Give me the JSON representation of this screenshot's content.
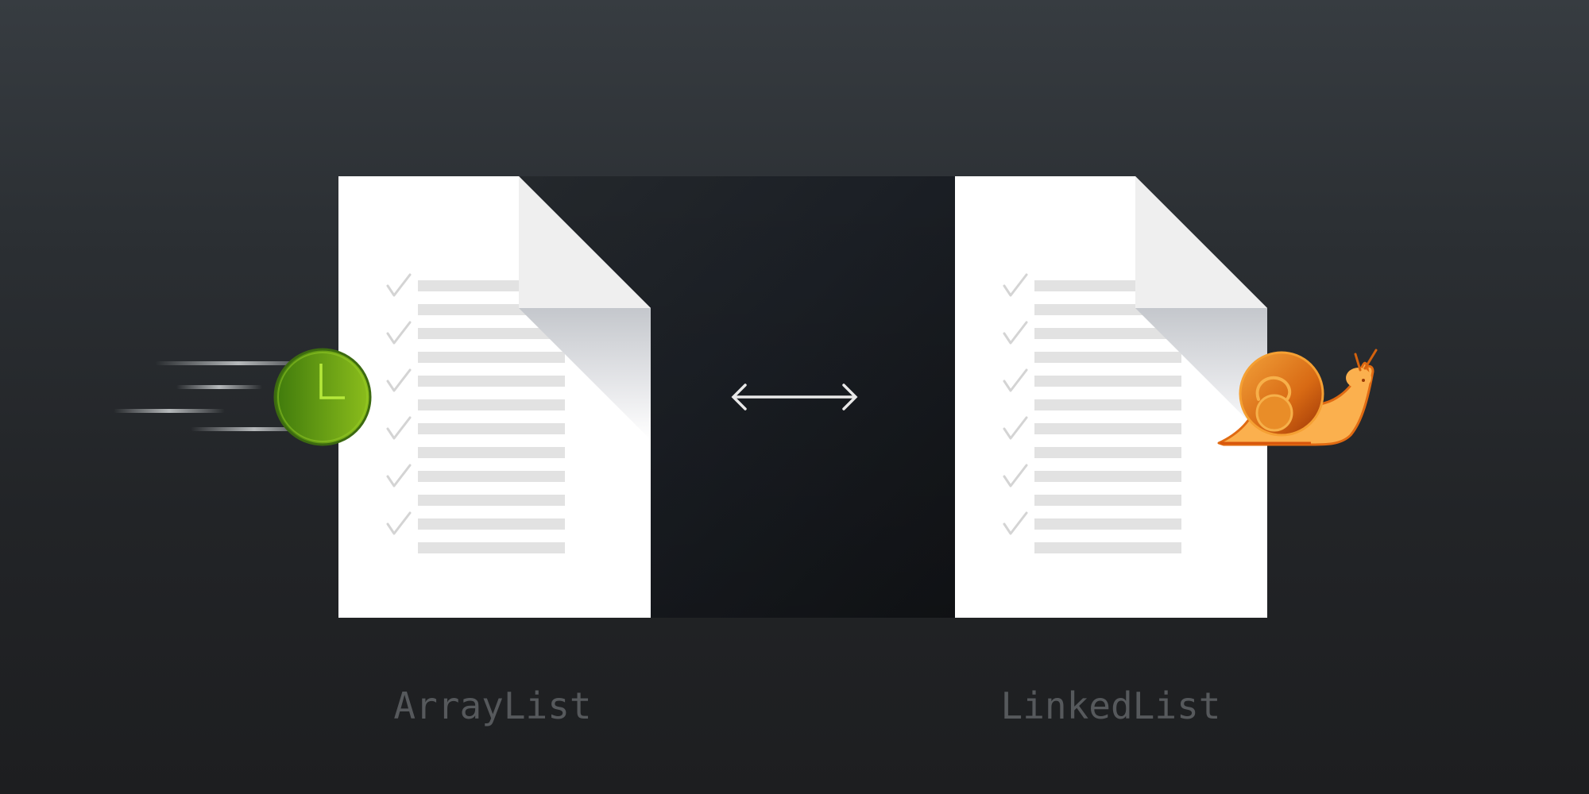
{
  "labels": {
    "left": "ArrayList",
    "right": "LinkedList"
  },
  "documents": [
    {
      "name": "ArrayList",
      "checked_rows": 6,
      "text_lines": 12
    },
    {
      "name": "LinkedList",
      "checked_rows": 6,
      "text_lines": 12
    }
  ],
  "icons": {
    "left_badge": "clock-icon",
    "right_badge": "snail-icon",
    "connector": "double-arrow-icon",
    "row_marker": "check-icon"
  },
  "colors": {
    "background_top": "#373c41",
    "background_bottom": "#1d1e20",
    "page": "#ffffff",
    "page_line": "#e2e2e2",
    "check": "#d4d4d4",
    "clock_green": "#7cb518",
    "snail_orange": "#f5a742",
    "caption": "#56595c"
  }
}
